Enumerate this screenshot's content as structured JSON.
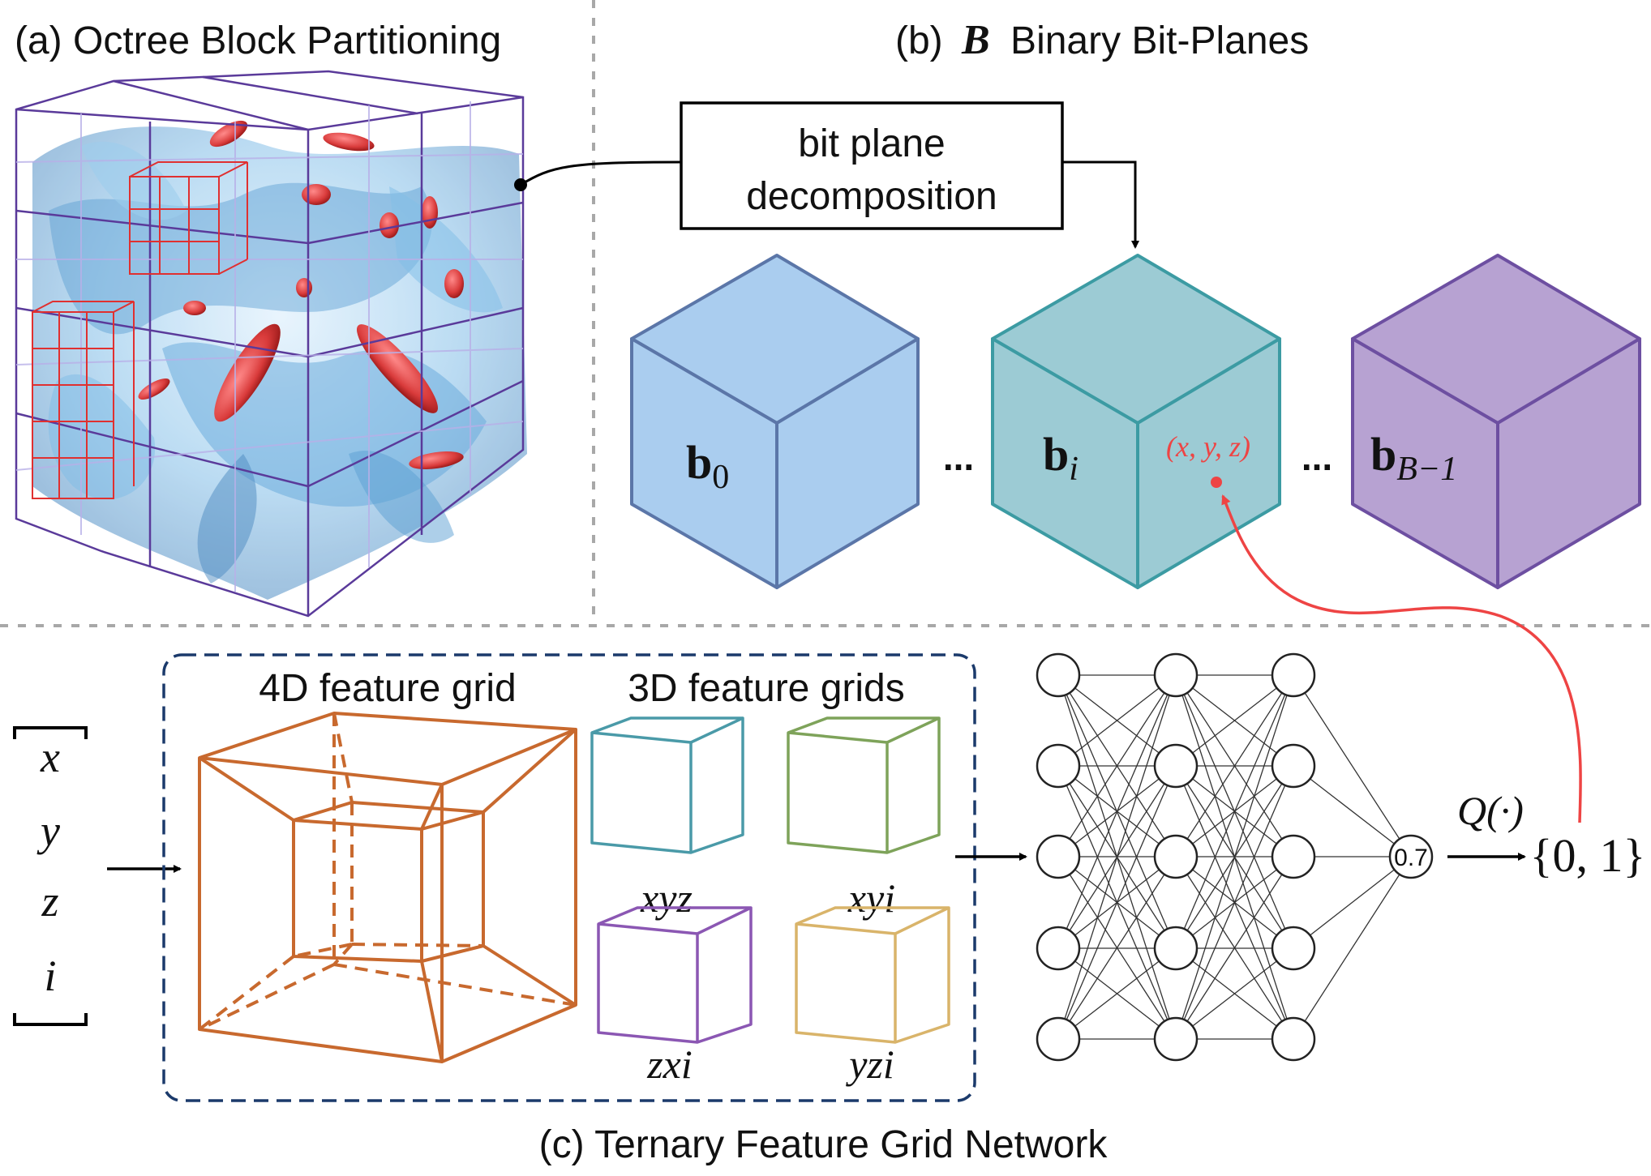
{
  "panels": {
    "a_title": "(a) Octree Block Partitioning",
    "b_title_prefix": "(b)",
    "b_title_symbol": "B",
    "b_title_suffix": "Binary Bit-Planes",
    "c_title": "(c) Ternary Feature Grid Network"
  },
  "decomposition_box": {
    "line1": "bit plane",
    "line2": "decomposition"
  },
  "bit_planes": [
    {
      "symbol": "b",
      "subscript": "0",
      "fill": "#aacdef",
      "stroke": "#5b76a8"
    },
    {
      "symbol": "b",
      "subscript": "i",
      "fill": "#9ccbd4",
      "stroke": "#3c9ba3"
    },
    {
      "symbol": "b",
      "subscript": "B−1",
      "fill": "#b7a2d2",
      "stroke": "#6d4fa1"
    }
  ],
  "ellipses": [
    "...",
    "..."
  ],
  "coordinate_label": "(x, y, z)",
  "inputs": [
    "x",
    "y",
    "z",
    "i"
  ],
  "grid_labels": {
    "four_d": "4D feature grid",
    "three_d": "3D feature grids"
  },
  "three_d_grids": [
    {
      "label": "xyz",
      "color": "#4a9aa8"
    },
    {
      "label": "xyi",
      "color": "#7ea35a"
    },
    {
      "label": "zxi",
      "color": "#8b57b3"
    },
    {
      "label": "yzi",
      "color": "#d9b46a"
    }
  ],
  "network": {
    "output_value": "0.7",
    "quantizer": "Q(·)",
    "output_set": "{0, 1}"
  },
  "colors": {
    "four_d_grid": "#c8692e",
    "dashed_box": "#1b3a6b",
    "divider": "#a8a8a8",
    "red_accent": "#ee4444",
    "volume_blue": "#5ea8dd",
    "volume_red": "#d93b3b"
  }
}
